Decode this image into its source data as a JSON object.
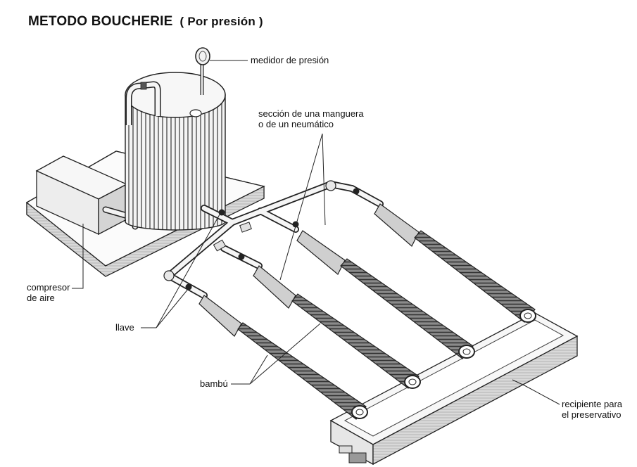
{
  "title": {
    "main": "METODO BOUCHERIE",
    "sub": "( Por presión )"
  },
  "labels": {
    "pressure_gauge": "medidor de presión",
    "hose_section_line1": "sección de una manguera",
    "hose_section_line2": "o de un neumático",
    "air_compressor_line1": "compresor",
    "air_compressor_line2": "de aire",
    "valve": "llave",
    "bamboo": "bambú",
    "container_line1": "recipiente para",
    "container_line2": "el preservativo"
  }
}
